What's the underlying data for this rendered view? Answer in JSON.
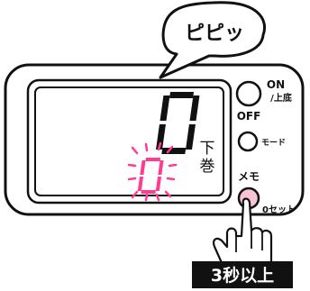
{
  "speech_bubble": {
    "text": "ピピッ"
  },
  "display": {
    "main_digit": "0",
    "memo_digit": "0",
    "unit_label_top": "下",
    "unit_label_bottom": "巻"
  },
  "buttons": {
    "on_off": {
      "label_on": "ON",
      "label_kamisoko": "/上底",
      "label_off": "OFF"
    },
    "mode": {
      "label": "モード"
    },
    "memo": {
      "label_top": "メモ",
      "label_side": "0セット",
      "state": "pressed"
    }
  },
  "instruction": {
    "text": "3秒以上"
  },
  "colors": {
    "accent_pink": "#ff3b93",
    "badge_bg": "#111111",
    "button_pressed": "#f9c3d6",
    "outline": "#111111"
  },
  "icons": {
    "hand": "pointing-hand-icon",
    "blink_rays": "blink-rays-icon"
  }
}
